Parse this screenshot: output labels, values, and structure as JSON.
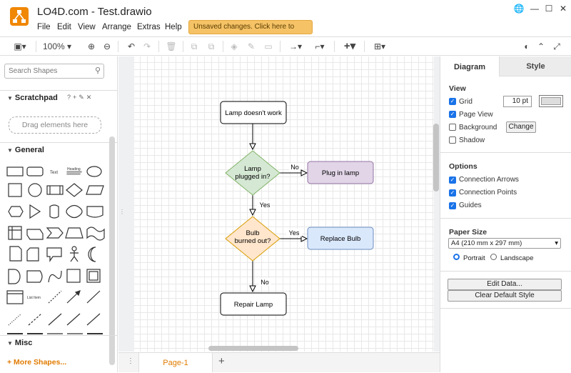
{
  "app": {
    "title": "LO4D.com - Test.drawio",
    "unsaved": "Unsaved changes. Click here to save."
  },
  "menu": [
    "File",
    "Edit",
    "View",
    "Arrange",
    "Extras",
    "Help"
  ],
  "toolbar": {
    "zoom": "100%"
  },
  "sidebar": {
    "search_placeholder": "Search Shapes",
    "scratchpad": "Scratchpad",
    "drop_hint": "Drag elements here",
    "general": "General",
    "misc": "Misc",
    "more_shapes": "+ More Shapes..."
  },
  "sidebar_shape_text": {
    "text": "Text",
    "heading": "Heading",
    "list_item": "List Item"
  },
  "diagram": {
    "start": "Lamp doesn't work",
    "decision1": "Lamp plugged in?",
    "plug": "Plug in lamp",
    "decision2": "Bulb burned out?",
    "replace": "Replace Bulb",
    "repair": "Repair Lamp",
    "no1": "No",
    "yes1": "Yes",
    "yes2": "Yes",
    "no2": "No"
  },
  "pages": {
    "tab": "Page-1",
    "add": "+"
  },
  "panel": {
    "tab_diagram": "Diagram",
    "tab_style": "Style",
    "view": "View",
    "grid": "Grid",
    "grid_size": "10 pt",
    "page_view": "Page View",
    "background": "Background",
    "change": "Change",
    "shadow": "Shadow",
    "options": "Options",
    "connection_arrows": "Connection Arrows",
    "connection_points": "Connection Points",
    "guides": "Guides",
    "paper_size": "Paper Size",
    "paper_value": "A4 (210 mm x 297 mm)",
    "portrait": "Portrait",
    "landscape": "Landscape",
    "edit_data": "Edit Data...",
    "clear_style": "Clear Default Style"
  },
  "colors": {
    "accent": "#f08705",
    "decision": "#d5e8d4",
    "decision_border": "#82b366",
    "decision2": "#ffe6cc",
    "decision2_border": "#d79b00",
    "plug": "#e1d5e7",
    "plug_border": "#9673a6",
    "replace": "#dae8fc",
    "replace_border": "#6c8ebf"
  }
}
